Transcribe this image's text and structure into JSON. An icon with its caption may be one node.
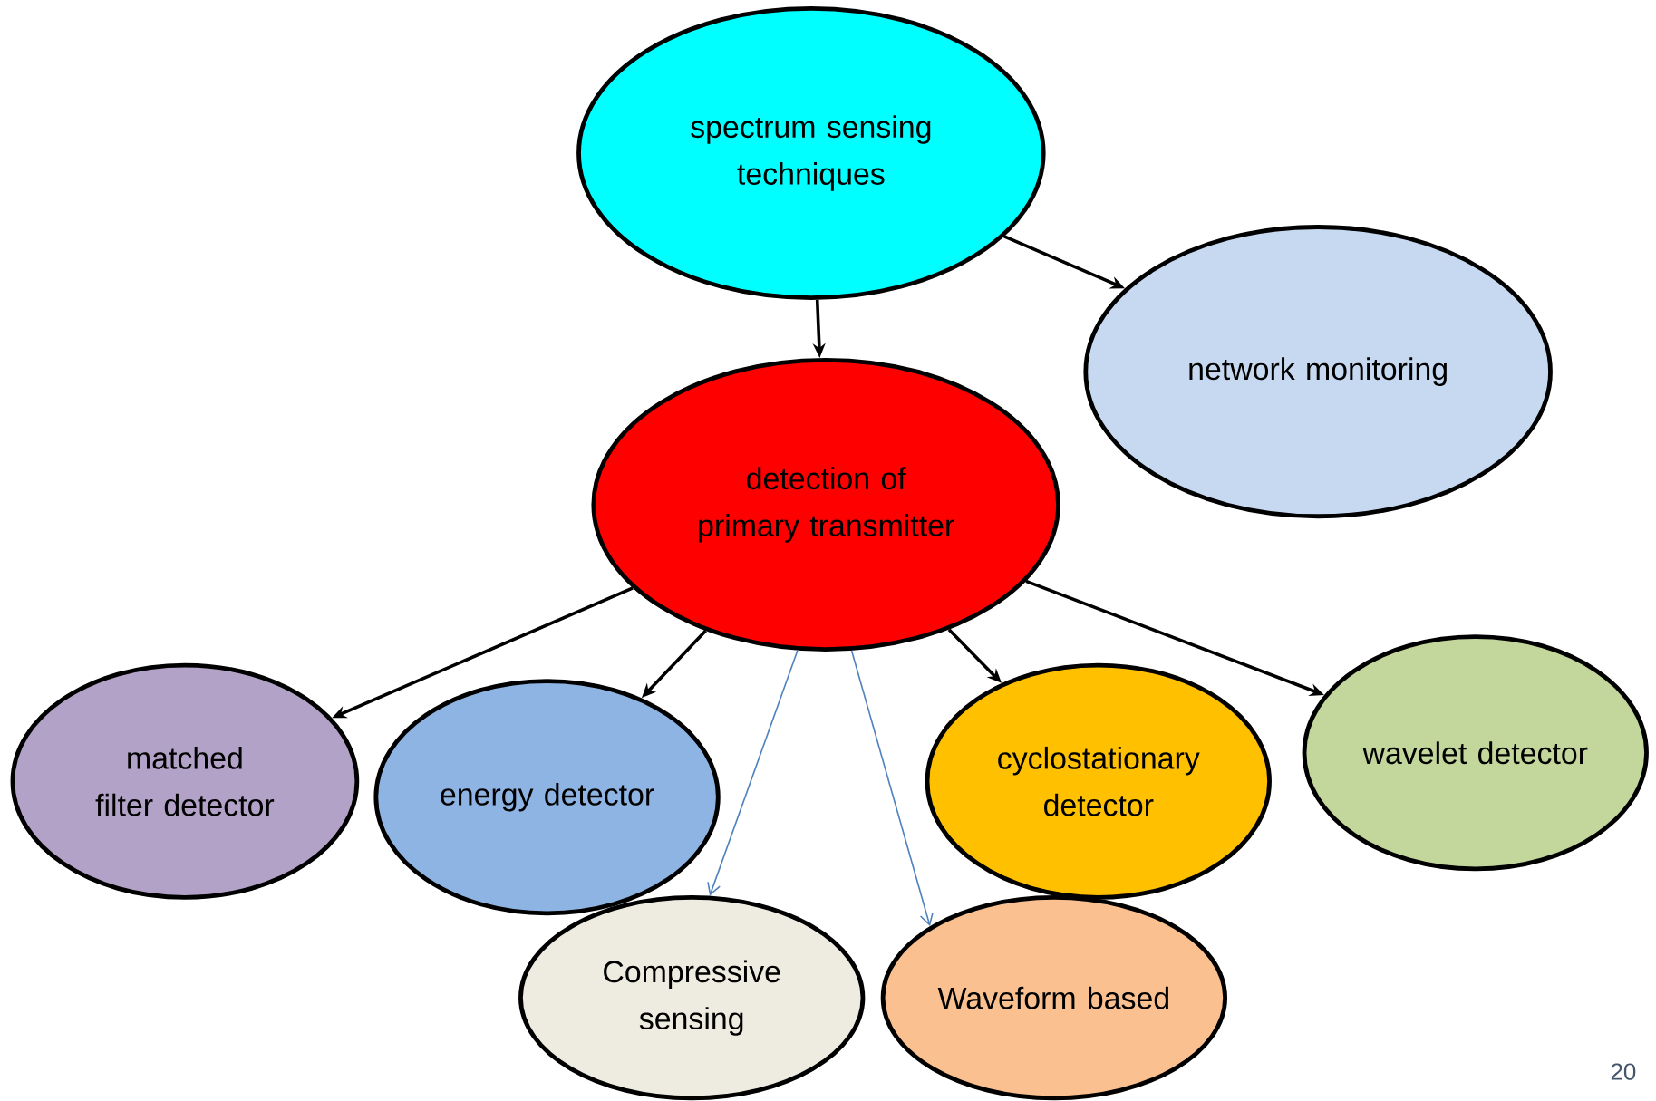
{
  "diagram": {
    "nodes": [
      {
        "text": [
          "spectrum sensing techniques"
        ]
      },
      {
        "text": [
          "network monitoring"
        ]
      },
      {
        "text": [
          "detection of primary transmitter"
        ]
      },
      {
        "text": [
          "matched filter detector"
        ]
      },
      {
        "text": [
          "energy detector"
        ]
      },
      {
        "text": [
          "cyclostationary detector"
        ]
      },
      {
        "text": [
          "wavelet detector"
        ]
      },
      {
        "text": [
          "Compressive sensing"
        ]
      },
      {
        "text": [
          "Waveform based"
        ]
      }
    ],
    "edges": [
      {
        "from": 0,
        "to": 1,
        "arrow": "to"
      },
      {
        "from": 0,
        "to": 2,
        "arrow": "to"
      },
      {
        "from": 2,
        "to": 3,
        "arrow": "to"
      },
      {
        "from": 2,
        "to": 4,
        "arrow": "to"
      },
      {
        "from": 2,
        "to": 7,
        "arrow": "to",
        "color": "#4f81bd"
      },
      {
        "from": 2,
        "to": 8,
        "arrow": "to",
        "color": "#4f81bd"
      },
      {
        "from": 2,
        "to": 5,
        "arrow": "to"
      },
      {
        "from": 2,
        "to": 6,
        "arrow": "to"
      }
    ],
    "labels": [
      "20"
    ]
  }
}
